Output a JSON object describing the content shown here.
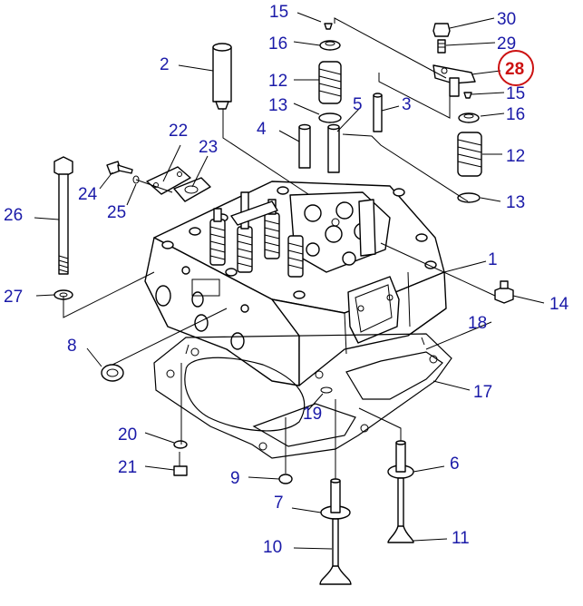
{
  "highlight_color": "#cc1111",
  "label_color": "#1a1aa8",
  "highlighted_part": "28",
  "labels": {
    "p1": "1",
    "p2": "2",
    "p3": "3",
    "p4": "4",
    "p5": "5",
    "p6": "6",
    "p7": "7",
    "p8": "8",
    "p9": "9",
    "p10": "10",
    "p11": "11",
    "p12a": "12",
    "p12b": "12",
    "p13a": "13",
    "p13b": "13",
    "p14": "14",
    "p15a": "15",
    "p15b": "15",
    "p16a": "16",
    "p16b": "16",
    "p17": "17",
    "p18": "18",
    "p19": "19",
    "p20": "20",
    "p21": "21",
    "p22": "22",
    "p23": "23",
    "p24": "24",
    "p25": "25",
    "p26": "26",
    "p27": "27",
    "p28": "28",
    "p29": "29",
    "p30": "30"
  }
}
